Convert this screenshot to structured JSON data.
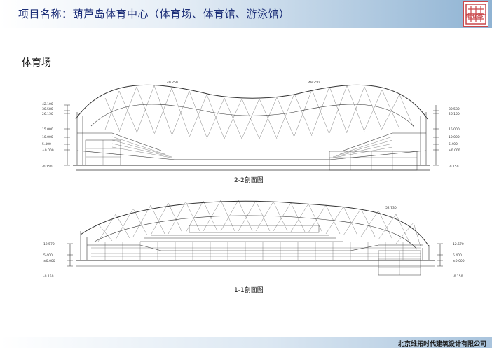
{
  "header": {
    "title": "项目名称：葫芦岛体育中心（体育场、体育馆、游泳馆）"
  },
  "logo": {
    "text": "维拓设计"
  },
  "section": {
    "title": "体育场"
  },
  "section_2_2": {
    "caption": "2-2剖面图",
    "top_marks": [
      "49.250",
      "49.250"
    ],
    "left_elevations": [
      "42.100",
      "30.580",
      "26.150",
      "15.000",
      "10.000",
      "5.400",
      "±0.000",
      "-0.150"
    ],
    "right_elevations": [
      "30.580",
      "26.150",
      "15.000",
      "10.000",
      "5.400",
      "±0.000",
      "-0.150"
    ]
  },
  "section_1_1": {
    "caption": "1-1剖面图",
    "top_mark": "52.730",
    "left_elevations": [
      "12.570",
      "5.400",
      "±0.000",
      "-0.150"
    ],
    "right_elevations": [
      "12.570",
      "5.400",
      "±0.000",
      "-0.150"
    ]
  },
  "footer": {
    "company": "北京维拓时代建筑设计有限公司"
  },
  "colors": {
    "header_text": "#1c2e78",
    "header_end": "#8fb3d3",
    "logo_red": "#c9474a",
    "line": "#333333"
  }
}
